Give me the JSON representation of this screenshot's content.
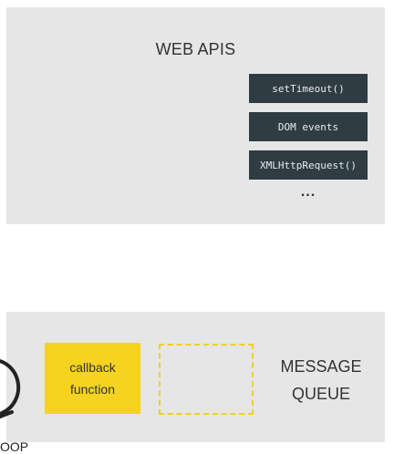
{
  "web_apis": {
    "title": "WEB APIS",
    "items": [
      {
        "label": "setTimeout()"
      },
      {
        "label": "DOM events"
      },
      {
        "label": "XMLHttpRequest()"
      }
    ],
    "more": "..."
  },
  "message_queue": {
    "callback": {
      "line1": "callback",
      "line2": "function"
    },
    "label": {
      "line1": "MESSAGE",
      "line2": "QUEUE"
    }
  },
  "event_loop": {
    "label": "OOP",
    "icon": "circular-arrow-icon"
  },
  "colors": {
    "panel": "#e6e6e6",
    "api_box": "#2f3c42",
    "callback": "#f5d31e"
  }
}
